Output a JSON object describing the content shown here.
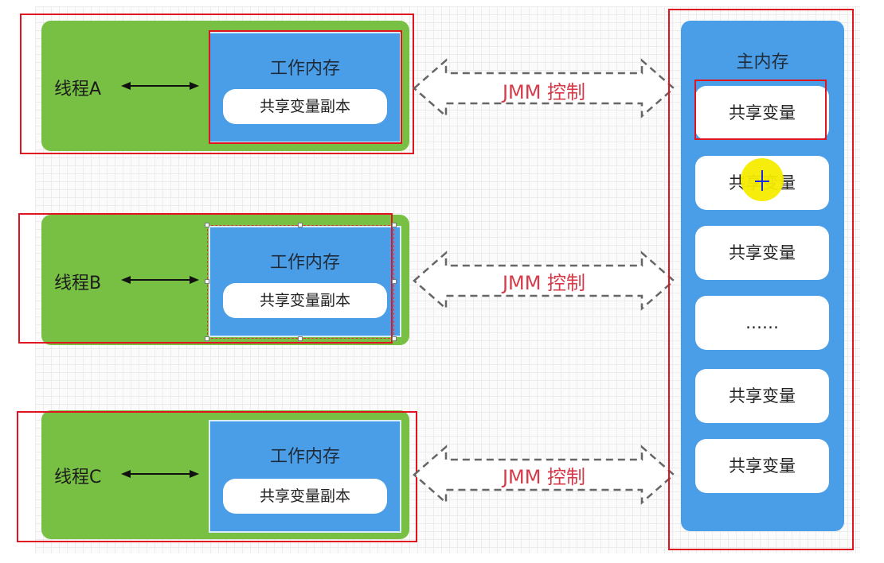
{
  "diagram": {
    "title": "JMM 线程与主内存模型",
    "threads": [
      {
        "label": "线程A",
        "work_memory": "工作内存",
        "copy": "共享变量副本",
        "link": "JMM 控制"
      },
      {
        "label": "线程B",
        "work_memory": "工作内存",
        "copy": "共享变量副本",
        "link": "JMM 控制"
      },
      {
        "label": "线程C",
        "work_memory": "工作内存",
        "copy": "共享变量副本",
        "link": "JMM 控制"
      }
    ],
    "main_memory": {
      "title": "主内存",
      "variables": [
        "共享变量",
        "共享变量",
        "共享变量",
        "……",
        "共享变量",
        "共享变量"
      ]
    },
    "colors": {
      "thread_green": "#77c043",
      "memory_blue": "#4a9ee8",
      "highlight_red": "#e0141e",
      "jmm_text": "#d63a48",
      "cursor_yellow": "#f5ec00"
    }
  }
}
